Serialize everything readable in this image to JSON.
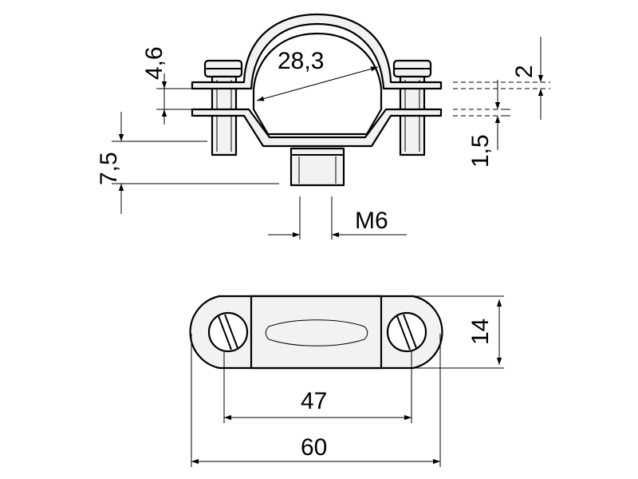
{
  "dimensions": {
    "pipe_diameter": "28,3",
    "top_height": "4,6",
    "base_height": "7,5",
    "thread": "M6",
    "band_thickness": "2",
    "gap": "1,5",
    "width": "14",
    "hole_spacing": "47",
    "overall_length": "60"
  },
  "colors": {
    "line": "#000000",
    "fill": "#f2f2f2",
    "background": "#ffffff"
  }
}
